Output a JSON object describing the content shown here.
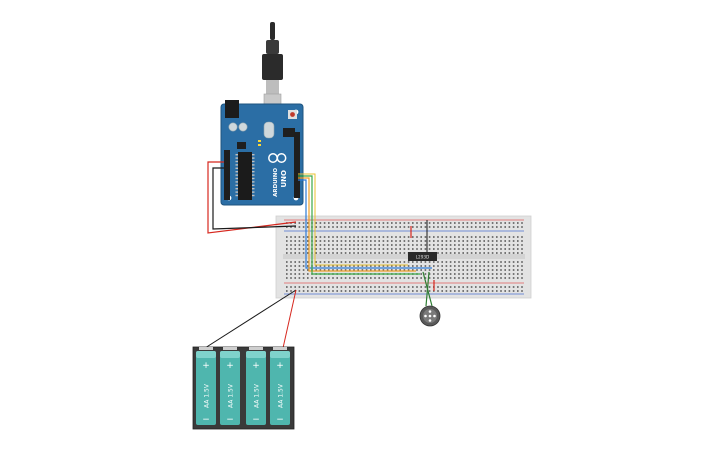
{
  "scene": {
    "kind": "circuit-simulator-canvas",
    "background": "#ffffff"
  },
  "components": {
    "arduino": {
      "name": "Arduino Uno R3",
      "board_color": "#2b6ea5",
      "brand_text": "ARDUINO",
      "model_text": "UNO",
      "usb_cable_color": "#2b2b2b"
    },
    "breadboard": {
      "color": "#e3e3e3",
      "rail_red": "#e05a5a",
      "rail_blue": "#4a6fd1"
    },
    "chip": {
      "label": "L293D",
      "color": "#2a2a2a"
    },
    "motor": {
      "name": "vibration motor",
      "color": "#5a5a5a"
    },
    "battery_pack": {
      "cell_label": "AA 1.5V",
      "cell_color": "#4fb6ae",
      "holder_color": "#3a3a3a",
      "plus_sign": "+",
      "minus_sign": "−"
    }
  },
  "wires": {
    "red": "#d7281f",
    "black": "#1a1a1a",
    "blue": "#2e7bd6",
    "orange": "#f0a02a",
    "green": "#3aa845",
    "dark_green": "#2e7d32"
  }
}
